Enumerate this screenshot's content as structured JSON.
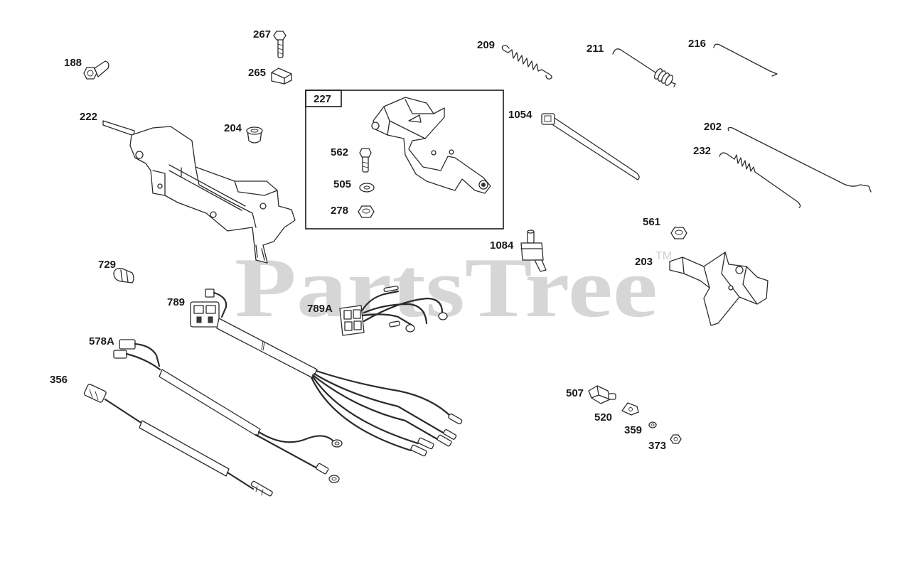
{
  "watermark": {
    "text": "PartsTree",
    "trademark": "TM"
  },
  "part_labels": [
    "188",
    "267",
    "265",
    "222",
    "204",
    "227",
    "562",
    "505",
    "278",
    "209",
    "211",
    "216",
    "1054",
    "202",
    "232",
    "561",
    "203",
    "1084",
    "729",
    "789",
    "789A",
    "578A",
    "356",
    "507",
    "520",
    "359",
    "373"
  ],
  "colors": {
    "line_art": "#2b2b2b",
    "watermark": "#cfcfcf",
    "background": "#ffffff"
  }
}
